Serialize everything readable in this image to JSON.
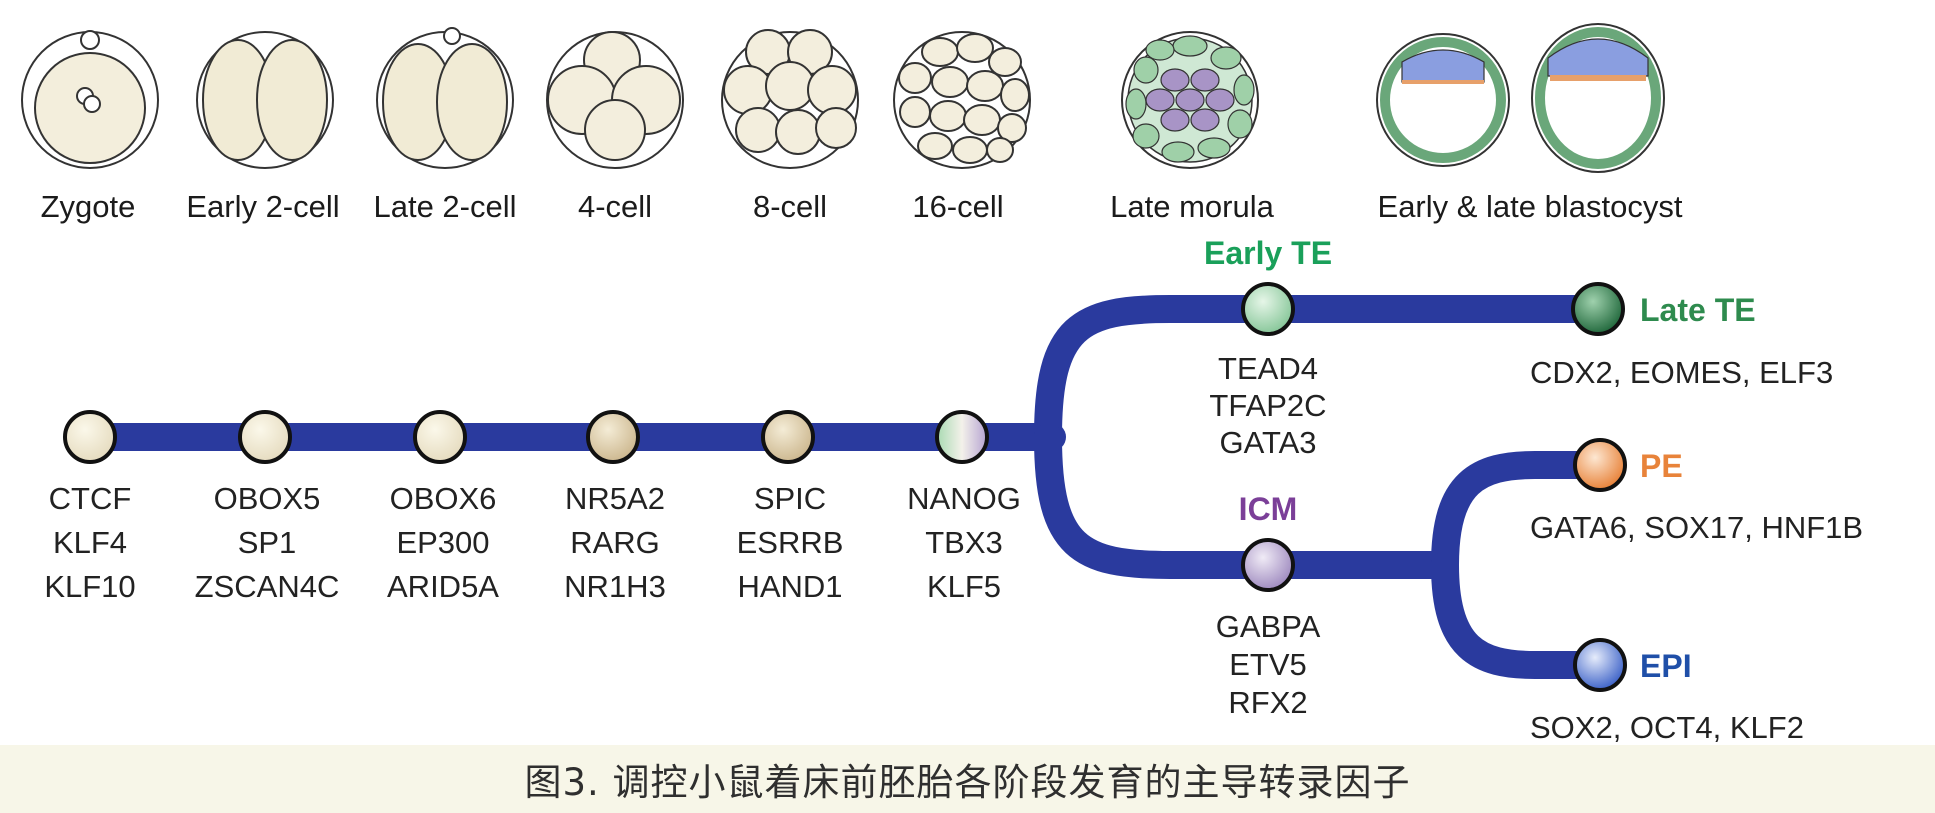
{
  "stages": [
    "Zygote",
    "Early 2-cell",
    "Late 2-cell",
    "4-cell",
    "8-cell",
    "16-cell",
    "Late morula",
    "Early & late blastocyst"
  ],
  "trunk_nodes": [
    {
      "genes": [
        "CTCF",
        "KLF4",
        "KLF10"
      ]
    },
    {
      "genes": [
        "OBOX5",
        "SP1",
        "ZSCAN4C"
      ]
    },
    {
      "genes": [
        "OBOX6",
        "EP300",
        "ARID5A"
      ]
    },
    {
      "genes": [
        "NR5A2",
        "RARG",
        "NR1H3"
      ]
    },
    {
      "genes": [
        "SPIC",
        "ESRRB",
        "HAND1"
      ]
    },
    {
      "genes": [
        "NANOG",
        "TBX3",
        "KLF5"
      ]
    }
  ],
  "branches": {
    "early_te": {
      "label": "Early TE",
      "genes": [
        "TEAD4",
        "TFAP2C",
        "GATA3"
      ],
      "color": "#1aa05a"
    },
    "late_te": {
      "label": "Late TE",
      "genes": "CDX2, EOMES, ELF3",
      "color": "#2e8b4e"
    },
    "icm": {
      "label": "ICM",
      "genes": [
        "GABPA",
        "ETV5",
        "RFX2"
      ],
      "color": "#7b3f98"
    },
    "pe": {
      "label": "PE",
      "genes": "GATA6, SOX17, HNF1B",
      "color": "#e8833a"
    },
    "epi": {
      "label": "EPI",
      "genes": "SOX2, OCT4, KLF2",
      "color": "#1f4fa8"
    }
  },
  "colors": {
    "path": "#2a3a9e",
    "te_cell": "#9fd0a8",
    "icm_cell": "#a894c6",
    "pe_cell": "#e7a06a",
    "epi_cell": "#8a9ee0"
  },
  "caption": "图3. 调控小鼠着床前胚胎各阶段发育的主导转录因子"
}
